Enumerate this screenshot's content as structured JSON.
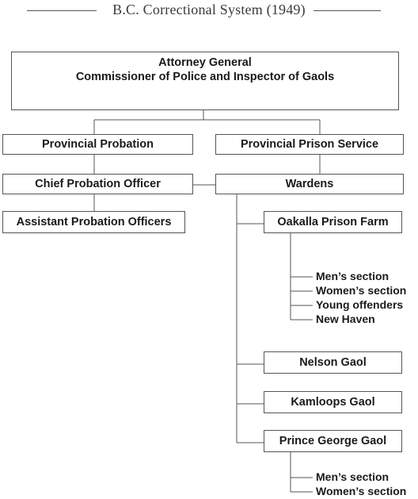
{
  "title": "B.C. Correctional System (1949)",
  "top_box": {
    "line1": "Attorney General",
    "line2": "Commissioner of Police and Inspector of Gaols"
  },
  "probation": {
    "provincial": "Provincial Probation",
    "chief": "Chief Probation Officer",
    "assistants": "Assistant Probation Officers"
  },
  "prison": {
    "service": "Provincial Prison Service",
    "wardens": "Wardens",
    "oakalla": {
      "name": "Oakalla Prison Farm",
      "sections": [
        "Men’s section",
        "Women’s section",
        "Young offenders",
        "New Haven"
      ]
    },
    "nelson": "Nelson Gaol",
    "kamloops": "Kamloops Gaol",
    "prince_george": {
      "name": "Prince George Gaol",
      "sections": [
        "Men’s section",
        "Women’s section"
      ]
    }
  }
}
